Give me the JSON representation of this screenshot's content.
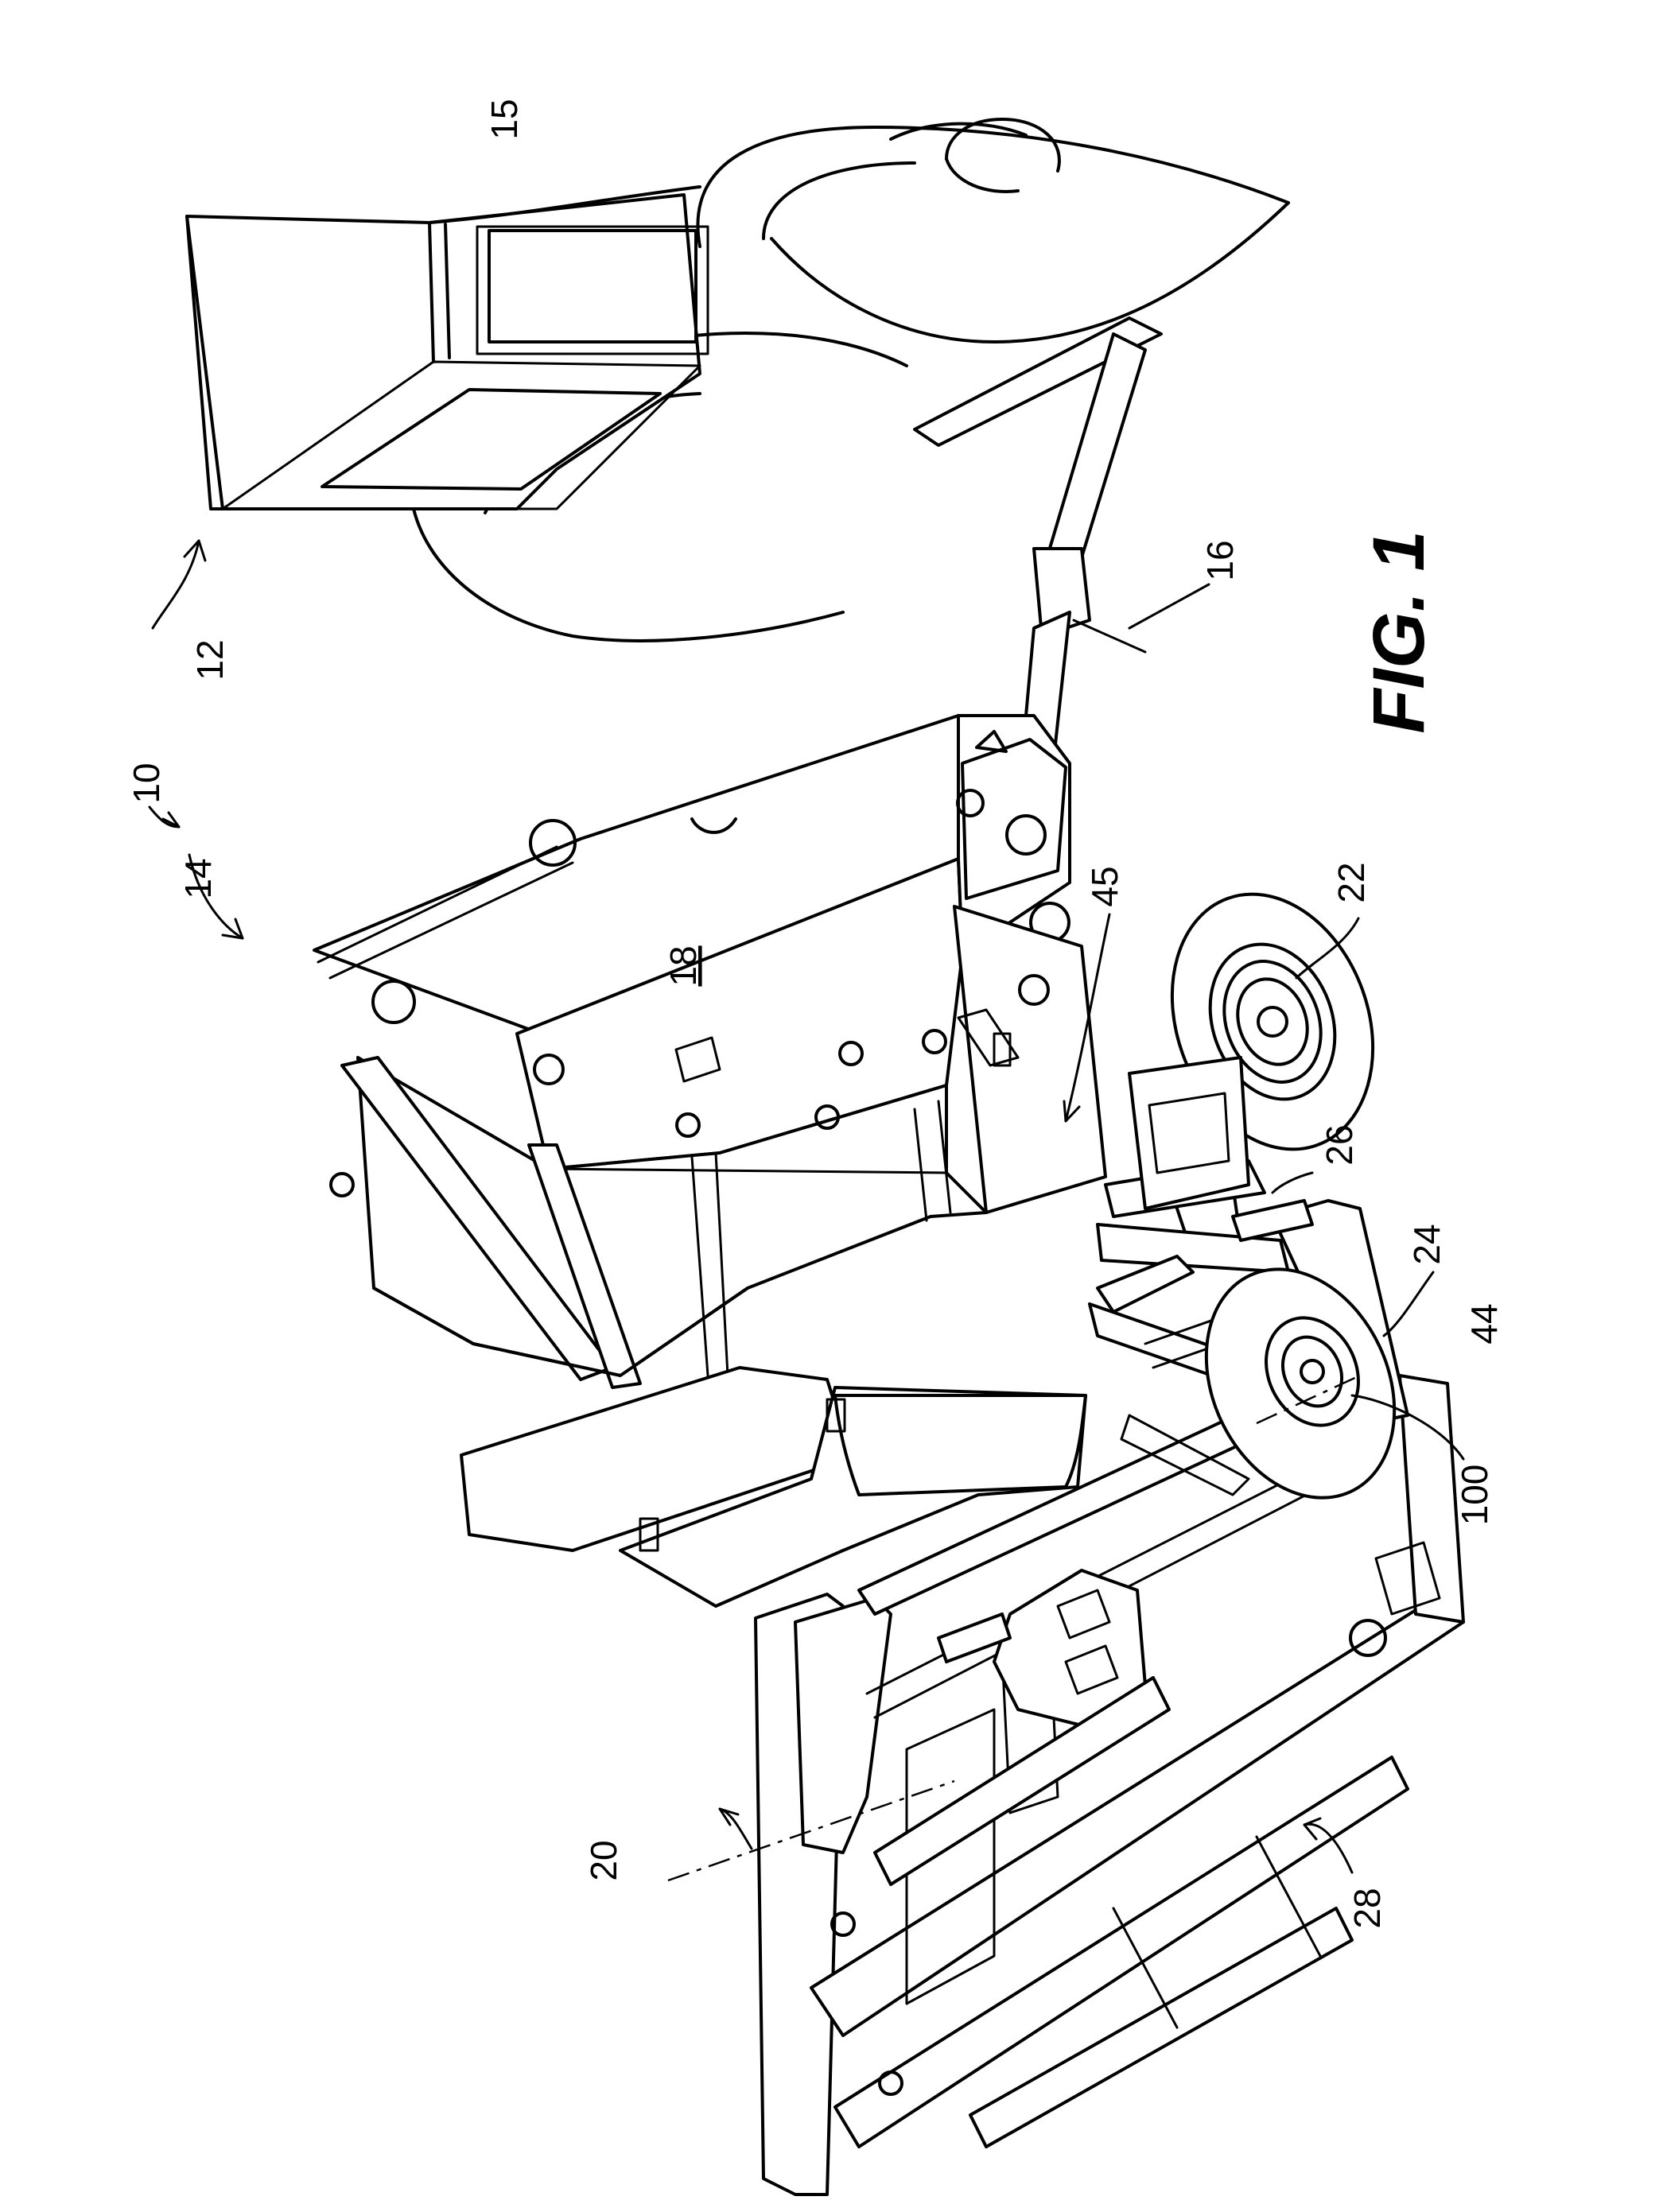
{
  "figure": {
    "title": "FIG. 1",
    "labels": {
      "r10": "10",
      "r12": "12",
      "r14": "14",
      "r15": "15",
      "r16": "16",
      "r18": "18",
      "r20": "20",
      "r22": "22",
      "r24": "24",
      "r26": "26",
      "r28": "28",
      "r44": "44",
      "r45": "45",
      "r100": "100"
    }
  }
}
